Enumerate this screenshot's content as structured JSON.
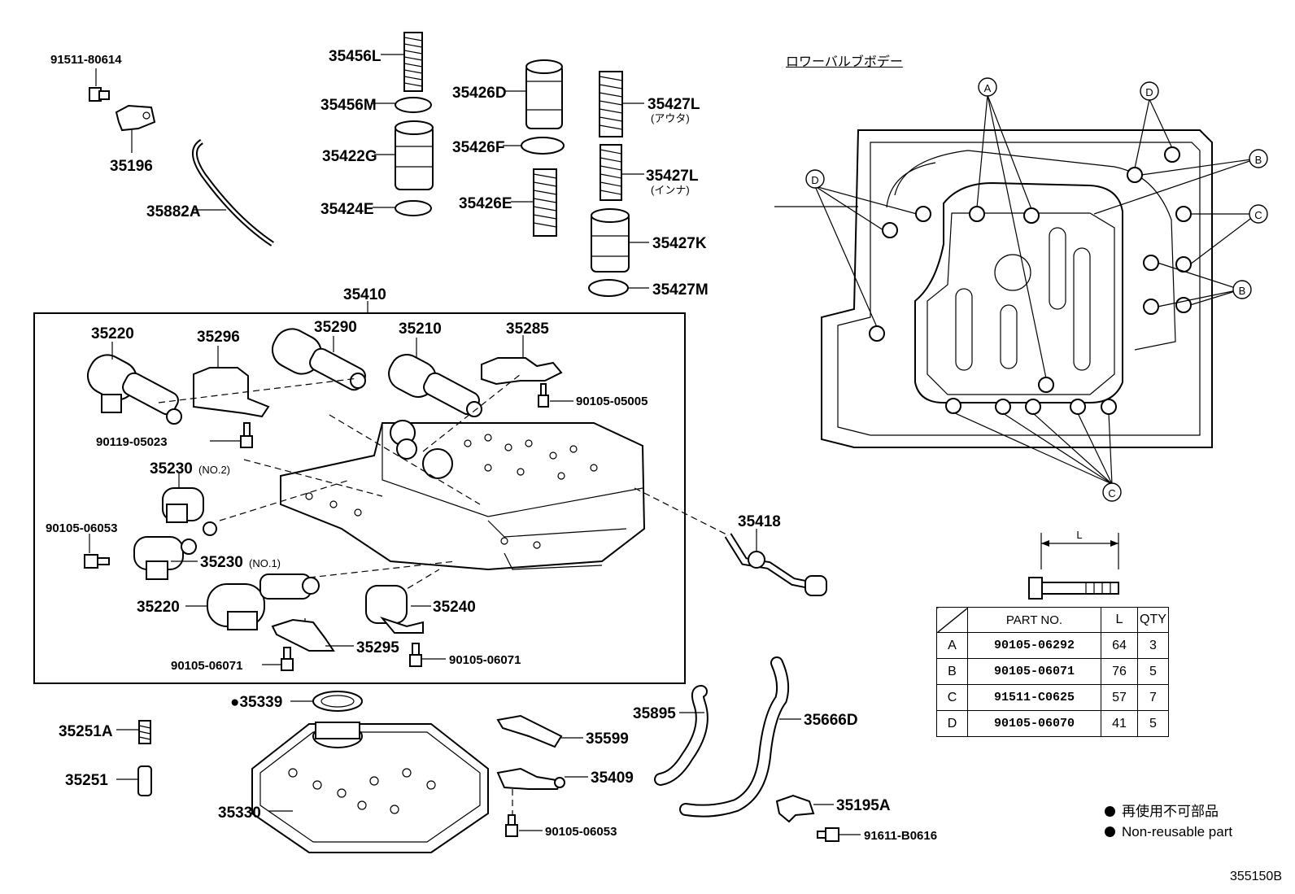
{
  "diagram_id": "355150B",
  "section_title": "ロワーバルブボデー",
  "watermark": "",
  "callouts": [
    {
      "id": "p1",
      "text": "91511-80614"
    },
    {
      "id": "p2",
      "text": "35196"
    },
    {
      "id": "p3",
      "text": "35882A"
    },
    {
      "id": "p4",
      "text": "35456L"
    },
    {
      "id": "p5",
      "text": "35456M"
    },
    {
      "id": "p6",
      "text": "35422G"
    },
    {
      "id": "p7",
      "text": "35424E"
    },
    {
      "id": "p8",
      "text": "35426D"
    },
    {
      "id": "p9",
      "text": "35426F"
    },
    {
      "id": "p10",
      "text": "35426E"
    },
    {
      "id": "p11",
      "text": "35427L"
    },
    {
      "id": "p12",
      "text": "(アウタ)"
    },
    {
      "id": "p13",
      "text": "35427L"
    },
    {
      "id": "p14",
      "text": "(インナ)"
    },
    {
      "id": "p15",
      "text": "35427K"
    },
    {
      "id": "p16",
      "text": "35427M"
    },
    {
      "id": "p17",
      "text": "35410"
    },
    {
      "id": "p18",
      "text": "35220"
    },
    {
      "id": "p19",
      "text": "35296"
    },
    {
      "id": "p20",
      "text": "35290"
    },
    {
      "id": "p21",
      "text": "35210"
    },
    {
      "id": "p22",
      "text": "35285"
    },
    {
      "id": "p23",
      "text": "90105-05005"
    },
    {
      "id": "p24",
      "text": "90119-05023"
    },
    {
      "id": "p25",
      "text": "35230"
    },
    {
      "id": "p26",
      "text": "(NO.2)"
    },
    {
      "id": "p27",
      "text": "90105-06053"
    },
    {
      "id": "p28",
      "text": "35230"
    },
    {
      "id": "p29",
      "text": "(NO.1)"
    },
    {
      "id": "p30",
      "text": "35220"
    },
    {
      "id": "p31",
      "text": "35240"
    },
    {
      "id": "p32",
      "text": "35295"
    },
    {
      "id": "p33",
      "text": "90105-06071"
    },
    {
      "id": "p34",
      "text": "90105-06071"
    },
    {
      "id": "p35",
      "text": "35418"
    },
    {
      "id": "p36",
      "text": "●35339"
    },
    {
      "id": "p37",
      "text": "35251A"
    },
    {
      "id": "p38",
      "text": "35251"
    },
    {
      "id": "p39",
      "text": "35330"
    },
    {
      "id": "p40",
      "text": "35599"
    },
    {
      "id": "p41",
      "text": "35409"
    },
    {
      "id": "p42",
      "text": "90105-06053"
    },
    {
      "id": "p43",
      "text": "35895"
    },
    {
      "id": "p44",
      "text": "35666D"
    },
    {
      "id": "p45",
      "text": "35195A"
    },
    {
      "id": "p46",
      "text": "91611-B0616"
    }
  ],
  "bolt_markers": [
    "A",
    "B",
    "C",
    "D"
  ],
  "dimension_label": "L",
  "bolt_table": {
    "headers": [
      "",
      "PART NO.",
      "L",
      "QTY"
    ],
    "rows": [
      {
        "mark": "A",
        "part": "90105-06292",
        "l": "64",
        "qty": "3"
      },
      {
        "mark": "B",
        "part": "90105-06071",
        "l": "76",
        "qty": "5"
      },
      {
        "mark": "C",
        "part": "91511-C0625",
        "l": "57",
        "qty": "7"
      },
      {
        "mark": "D",
        "part": "90105-06070",
        "l": "41",
        "qty": "5"
      }
    ]
  },
  "legend": [
    {
      "symbol": "●",
      "text": "再使用不可部品"
    },
    {
      "symbol": "●",
      "text": "Non-reusable part"
    }
  ]
}
